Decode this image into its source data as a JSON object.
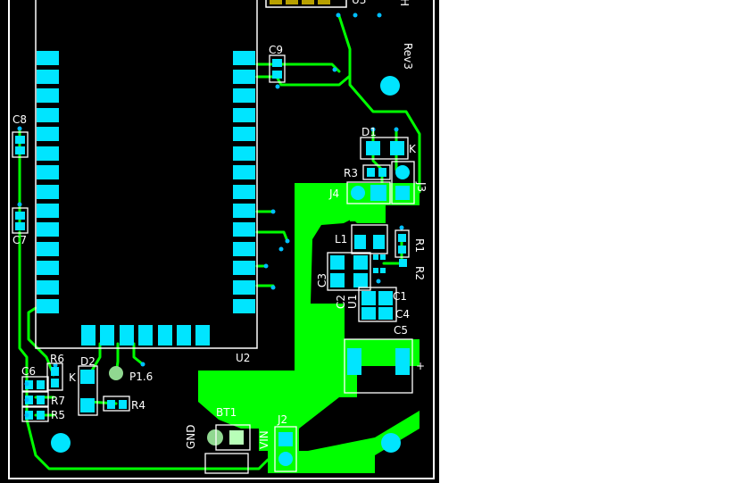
{
  "colors": {
    "background": "#000000",
    "outside": "#ffffff",
    "copper": "#00ff00",
    "pad": "#00e5ff",
    "silk": "#ffffff",
    "via": "#00bfff"
  },
  "labels": {
    "u3": "U3",
    "board_rev": "Rev3",
    "c9": "C9",
    "c8": "C8",
    "c7": "C7",
    "d1": "D1",
    "k_d1": "K",
    "r3": "R3",
    "j4": "J4",
    "j3": "J3",
    "l1": "L1",
    "r1": "R1",
    "r2": "R2",
    "c3": "C3",
    "c2": "C2",
    "u1": "U1",
    "c1": "C1",
    "c4": "C4",
    "c5": "C5",
    "plus_c5": "+",
    "u2": "U2",
    "r6": "R6",
    "d2": "D2",
    "k_d2": "K",
    "p16": "P1.6",
    "c6": "C6",
    "r7": "R7",
    "r5": "R5",
    "r4": "R4",
    "bt1": "BT1",
    "j2": "J2",
    "gnd": "GND",
    "vin": "VIN",
    "nc_mark": "H"
  }
}
